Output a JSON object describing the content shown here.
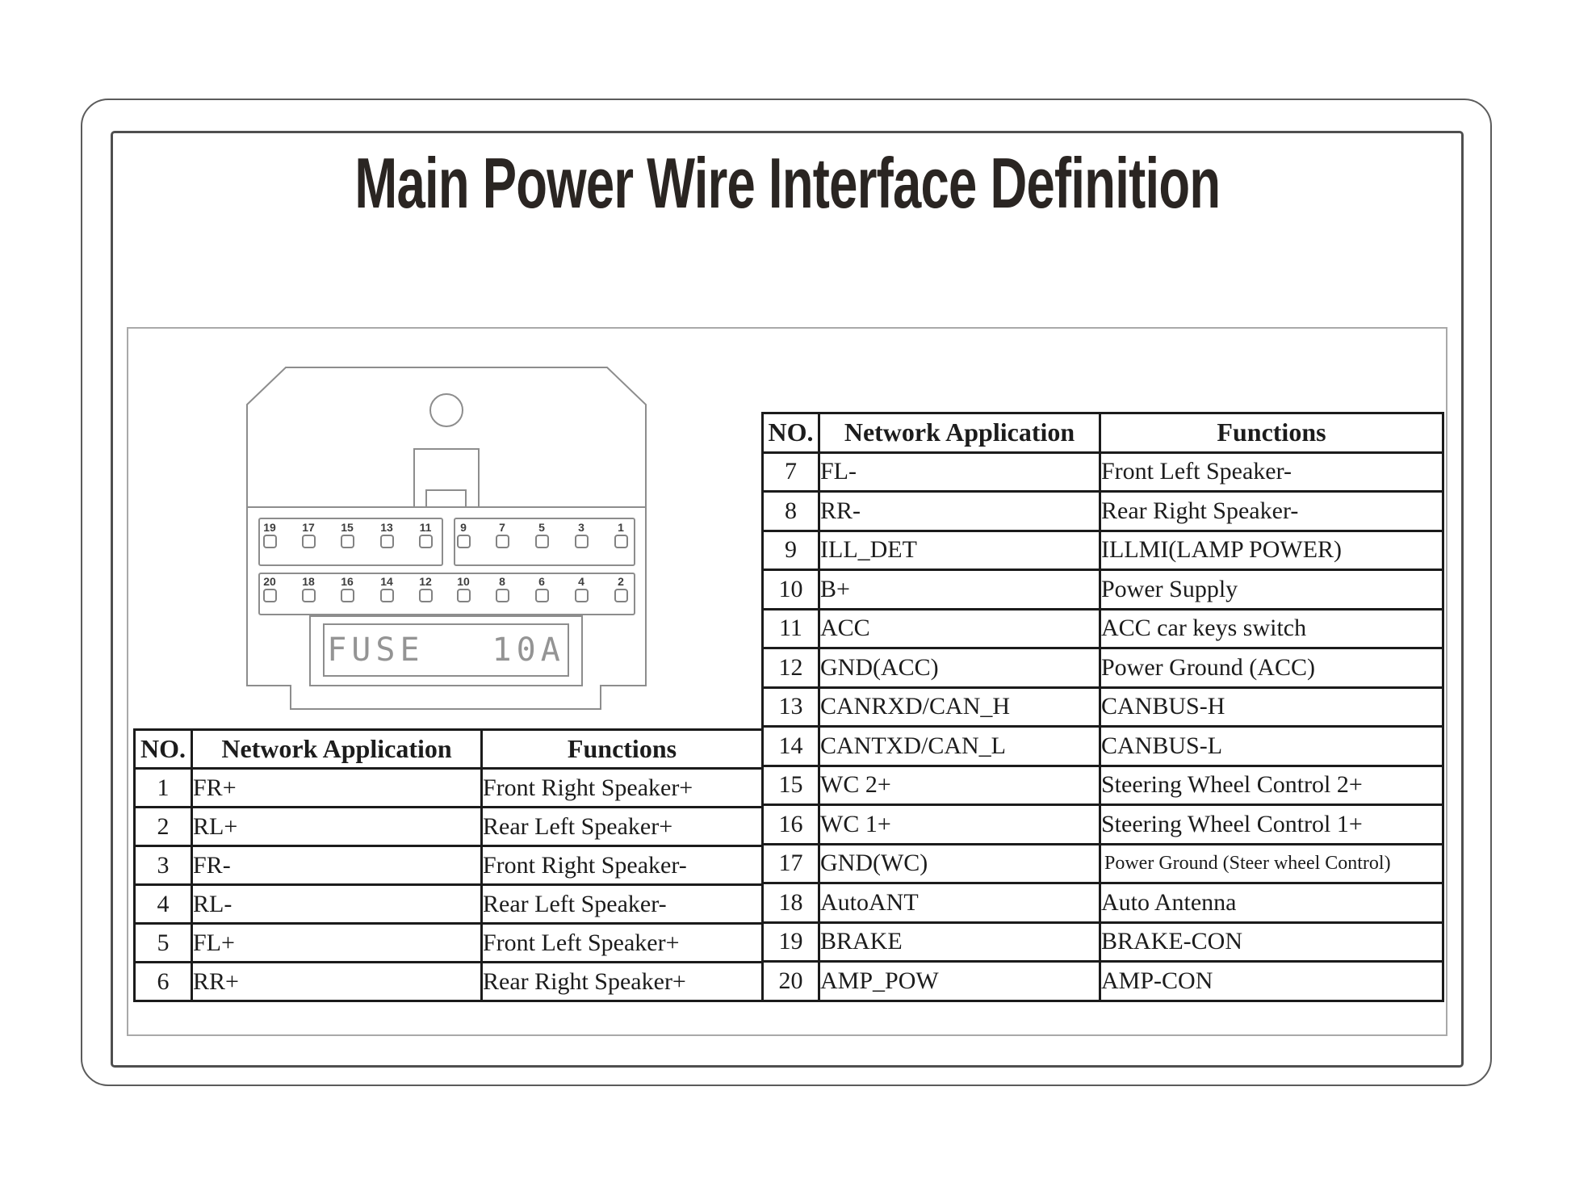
{
  "title": "Main Power Wire Interface Definition",
  "connector": {
    "fuse_label": "FUSE",
    "fuse_rating": "10A",
    "pin_row1_left": [
      "19",
      "17",
      "15",
      "13",
      "11"
    ],
    "pin_row1_right": [
      "9",
      "7",
      "5",
      "3",
      "1"
    ],
    "pin_row2": [
      "20",
      "18",
      "16",
      "14",
      "12",
      "10",
      "8",
      "6",
      "4",
      "2"
    ]
  },
  "left_table": {
    "headers": {
      "no": "NO.",
      "app": "Network Application",
      "fn": "Functions"
    },
    "rows": [
      {
        "no": "1",
        "app": "FR+",
        "fn": "Front Right Speaker+"
      },
      {
        "no": "2",
        "app": "RL+",
        "fn": "Rear Left Speaker+"
      },
      {
        "no": "3",
        "app": "FR-",
        "fn": "Front Right Speaker-"
      },
      {
        "no": "4",
        "app": "RL-",
        "fn": "Rear Left Speaker-"
      },
      {
        "no": "5",
        "app": "FL+",
        "fn": "Front Left Speaker+"
      },
      {
        "no": "6",
        "app": "RR+",
        "fn": "Rear Right Speaker+"
      }
    ]
  },
  "right_table": {
    "headers": {
      "no": "NO.",
      "app": "Network Application",
      "fn": "Functions"
    },
    "rows": [
      {
        "no": "7",
        "app": "FL-",
        "fn": "Front Left Speaker-"
      },
      {
        "no": "8",
        "app": "RR-",
        "fn": "Rear Right Speaker-"
      },
      {
        "no": "9",
        "app": "ILL_DET",
        "fn": "ILLMI(LAMP POWER)"
      },
      {
        "no": "10",
        "app": "B+",
        "fn": "Power Supply"
      },
      {
        "no": "11",
        "app": "ACC",
        "fn": "ACC car keys switch"
      },
      {
        "no": "12",
        "app": "GND(ACC)",
        "fn": "Power Ground (ACC)"
      },
      {
        "no": "13",
        "app": "CANRXD/CAN_H",
        "fn": "CANBUS-H"
      },
      {
        "no": "14",
        "app": "CANTXD/CAN_L",
        "fn": "CANBUS-L"
      },
      {
        "no": "15",
        "app": "WC 2+",
        "fn": "Steering Wheel Control 2+"
      },
      {
        "no": "16",
        "app": "WC 1+",
        "fn": "Steering Wheel Control 1+"
      },
      {
        "no": "17",
        "app": "GND(WC)",
        "fn": "Power Ground (Steer wheel Control)"
      },
      {
        "no": "18",
        "app": "AutoANT",
        "fn": "Auto Antenna"
      },
      {
        "no": "19",
        "app": "BRAKE",
        "fn": "BRAKE-CON"
      },
      {
        "no": "20",
        "app": "AMP_POW",
        "fn": "AMP-CON"
      }
    ]
  }
}
